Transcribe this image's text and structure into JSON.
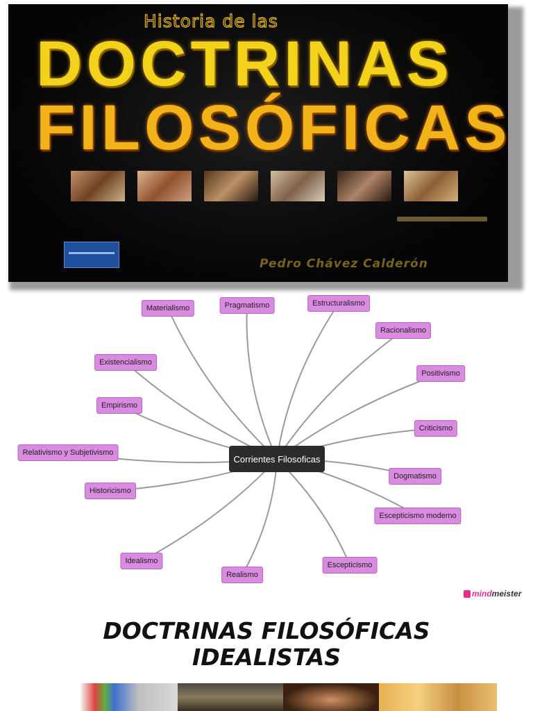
{
  "cover": {
    "small_title": "Historia de las",
    "title_line1": "DOCTRINAS",
    "title_line2": "FILOSÓFICAS",
    "author": "Pedro Chávez Calderón"
  },
  "mindmap": {
    "center": "Corrientes Filosoficas",
    "nodes": [
      {
        "id": "materialismo",
        "label": "Materialismo"
      },
      {
        "id": "pragmatismo",
        "label": "Pragmatismo"
      },
      {
        "id": "estructuralismo",
        "label": "Estructuralismo"
      },
      {
        "id": "racionalismo",
        "label": "Racionalismo"
      },
      {
        "id": "existencialismo",
        "label": "Existencialismo"
      },
      {
        "id": "positivismo",
        "label": "Positivismo"
      },
      {
        "id": "empirismo",
        "label": "Empirismo"
      },
      {
        "id": "criticismo",
        "label": "Criticismo"
      },
      {
        "id": "relativismo",
        "label": "Relativismo y Subjetivismo"
      },
      {
        "id": "dogmatismo",
        "label": "Dogmatismo"
      },
      {
        "id": "historicismo",
        "label": "Historicismo"
      },
      {
        "id": "escepticismo-moderno",
        "label": "Escepticismo moderno"
      },
      {
        "id": "idealismo",
        "label": "Idealismo"
      },
      {
        "id": "realismo",
        "label": "Realismo"
      },
      {
        "id": "escepticismo",
        "label": "Escepticismo"
      }
    ],
    "logo": {
      "part1": "mind",
      "part2": "meister"
    }
  },
  "heading": {
    "line1": "DOCTRINAS FILOSÓFICAS",
    "line2": "IDEALISTAS"
  }
}
